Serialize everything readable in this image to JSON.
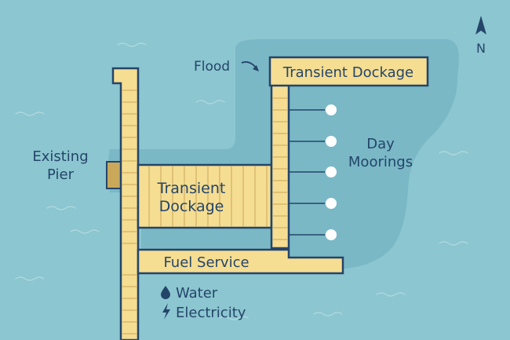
{
  "map": {
    "north_label": "N",
    "labels": {
      "flood": "Flood",
      "transient_dockage_top": "Transient Dockage",
      "existing_pier_line1": "Existing",
      "existing_pier_line2": "Pier",
      "transient_dockage_center_line1": "Transient",
      "transient_dockage_center_line2": "Dockage",
      "day_moorings_line1": "Day",
      "day_moorings_line2": "Moorings",
      "fuel_service": "Fuel Service",
      "water": "Water",
      "electricity": "Electricity"
    },
    "mooring_ball_count": 5,
    "colors": {
      "water": "#8cc6d0",
      "deep_water": "#7ab8c6",
      "dock_fill": "#f5dd92",
      "dock_outline": "#24456a",
      "plank_lines": "#c9a85a",
      "existing_pier_block": "#c9a85a",
      "text": "#24456a",
      "mooring_ball": "#ffffff"
    },
    "icons": [
      "north-arrow-icon",
      "flood-arrow-icon",
      "water-drop-icon",
      "electricity-bolt-icon"
    ]
  }
}
